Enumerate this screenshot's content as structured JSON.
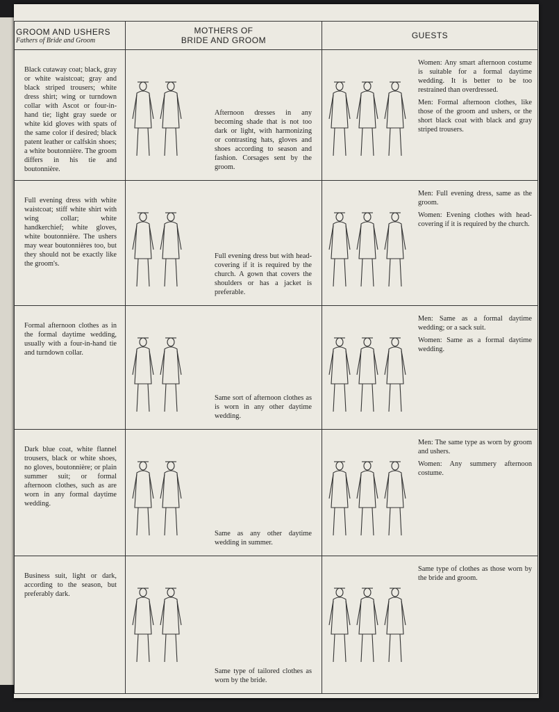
{
  "header": {
    "col1_title": "GROOM AND USHERS",
    "col1_subtitle": "Fathers of Bride and Groom",
    "col2_title_line1": "MOTHERS OF",
    "col2_title_line2": "BRIDE AND GROOM",
    "col3_title": "GUESTS"
  },
  "rows": [
    {
      "groom": "Black cutaway coat; black, gray or white waistcoat; gray and black striped trousers; white dress shirt; wing or turndown collar with Ascot or four-in-hand tie; light gray suede or white kid gloves with spats of the same color if desired; black patent leather or calfskin shoes; a white boutonnière. The groom differs in his tie and boutonnière.",
      "mothers": "Afternoon dresses in any becoming shade that is not too dark or light, with harmonizing or contrasting hats, gloves and shoes according to season and fashion. Corsages sent by the groom.",
      "guests": [
        "Women: Any smart afternoon costume is suitable for a formal daytime wedding. It is better to be too restrained than overdressed.",
        "Men: Formal afternoon clothes, like those of the groom and ushers, or the short black coat with black and gray striped trousers."
      ]
    },
    {
      "groom": "Full evening dress with white waistcoat; stiff white shirt with wing collar; white handkerchief; white gloves, white boutonnière. The ushers may wear boutonnières too, but they should not be exactly like the groom's.",
      "mothers": "Full evening dress but with head-covering if it is required by the church. A gown that covers the shoulders or has a jacket is preferable.",
      "guests": [
        "Men: Full evening dress, same as the groom.",
        "Women: Evening clothes with head-covering if it is required by the church."
      ]
    },
    {
      "groom": "Formal afternoon clothes as in the formal daytime wedding, usually with a four-in-hand tie and turndown collar.",
      "mothers": "Same sort of afternoon clothes as is worn in any other daytime wedding.",
      "guests": [
        "Men: Same as a formal daytime wedding; or a sack suit.",
        "Women: Same as a formal daytime wedding."
      ]
    },
    {
      "groom": "Dark blue coat, white flannel trousers, black or white shoes, no gloves, boutonnière; or plain summer suit; or formal afternoon clothes, such as are worn in any formal daytime wedding.",
      "mothers": "Same as any other daytime wedding in summer.",
      "guests": [
        "Men: The same type as worn by groom and ushers.",
        "Women: Any summery afternoon costume."
      ]
    },
    {
      "groom": "Business suit, light or dark, according to the season, but preferably dark.",
      "mothers": "Same type of tailored clothes as worn by the bride.",
      "guests": [
        "Same type of clothes as those worn by the bride and groom."
      ]
    }
  ]
}
